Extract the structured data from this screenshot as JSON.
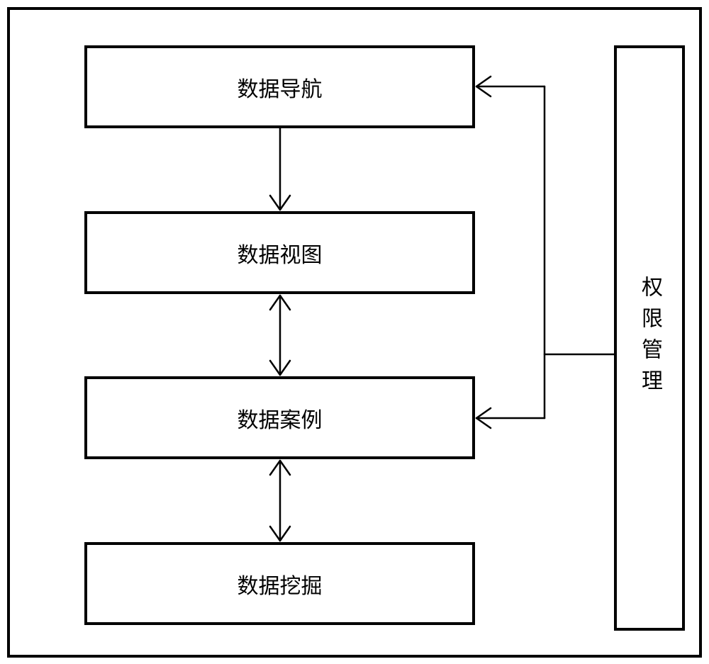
{
  "diagram": {
    "boxes": [
      {
        "id": "nav",
        "label": "数据导航"
      },
      {
        "id": "view",
        "label": "数据视图"
      },
      {
        "id": "case",
        "label": "数据案例"
      },
      {
        "id": "mining",
        "label": "数据挖掘"
      }
    ],
    "side_box": {
      "label": "权限管理"
    },
    "edges": [
      {
        "from": "数据导航",
        "to": "数据视图",
        "direction": "one-way"
      },
      {
        "from": "数据视图",
        "to": "数据案例",
        "direction": "two-way"
      },
      {
        "from": "数据案例",
        "to": "数据挖掘",
        "direction": "two-way"
      },
      {
        "from": "权限管理",
        "to": "数据导航",
        "direction": "one-way"
      },
      {
        "from": "权限管理",
        "to": "数据案例",
        "direction": "one-way"
      }
    ]
  }
}
